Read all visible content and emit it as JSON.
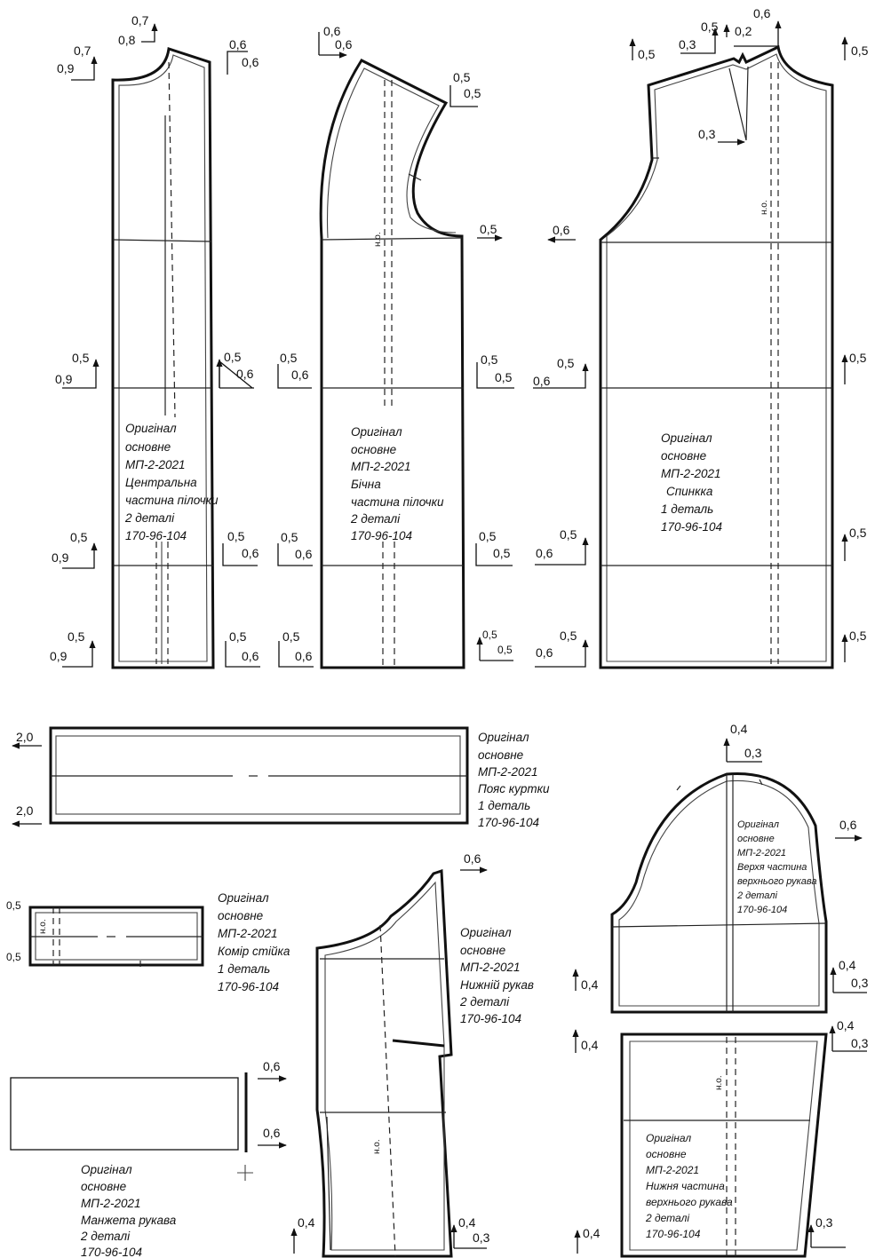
{
  "pieces": {
    "central_front": {
      "lines": [
        "Оригінал",
        "основне",
        "МП-2-2021",
        "Центральна",
        "частина пілочки",
        "2 деталі",
        "170-96-104"
      ],
      "allowances": [
        "0,7",
        "0,8",
        "0,7",
        "0,9",
        "0,6",
        "0,6",
        "0,5",
        "0,9",
        "0,5",
        "0,6",
        "0,5",
        "0,9",
        "0,5",
        "0,6",
        "0,5",
        "0,9",
        "0,5",
        "0,6"
      ]
    },
    "side_front": {
      "lines": [
        "Оригінал",
        "основне",
        "МП-2-2021",
        "Бічна",
        "частина пілочки",
        "2 деталі",
        "170-96-104"
      ],
      "allowances": [
        "0,6",
        "0,6",
        "0,5",
        "0,5",
        "0,5",
        "0,5",
        "0,6",
        "0,5",
        "0,5",
        "0,5",
        "0,6",
        "0,5",
        "0,5",
        "0,5",
        "0,6",
        "0,5",
        "0,5"
      ],
      "grain": "н.о."
    },
    "back": {
      "lines": [
        "Оригінал",
        "основне",
        "МП-2-2021",
        "Спинкка",
        "1 деталь",
        "170-96-104"
      ],
      "allowances": [
        "0,6",
        "0,5",
        "0,2",
        "0,3",
        "0,5",
        "0,5",
        "0,3",
        "0,6",
        "0,5",
        "0,6",
        "0,5",
        "0,5",
        "0,6",
        "0,5",
        "0,5",
        "0,6",
        "0,5"
      ],
      "grain": "н.о."
    },
    "belt": {
      "lines": [
        "Оригінал",
        "основне",
        "МП-2-2021",
        "Пояс куртки",
        "1 деталь",
        "170-96-104"
      ],
      "allowances": [
        "2,0",
        "2,0"
      ]
    },
    "collar": {
      "lines": [
        "Оригінал",
        "основне",
        "МП-2-2021",
        "Комір стійка",
        "1 деталь",
        "170-96-104"
      ],
      "allowances": [
        "0,5",
        "0,5"
      ],
      "grain": "н.о."
    },
    "cuff": {
      "lines": [
        "Оригінал",
        "основне",
        "МП-2-2021",
        "Манжета рукава",
        "2 деталі",
        "170-96-104"
      ],
      "allowances": [
        "0,6",
        "0,6"
      ]
    },
    "under_sleeve": {
      "lines": [
        "Оригінал",
        "основне",
        "МП-2-2021",
        "Нижній рукав",
        "2 деталі",
        "170-96-104"
      ],
      "allowances": [
        "0,6",
        "0,4",
        "0,4",
        "0,3"
      ],
      "grain": "н.о."
    },
    "upper_sleeve_top": {
      "lines": [
        "Оригінал",
        "основне",
        "МП-2-2021",
        "Верхя частина",
        "верхнього рукава",
        "2 деталі",
        "170-96-104"
      ],
      "allowances": [
        "0,4",
        "0,3",
        "0,6",
        "0,4",
        "0,4",
        "0,3"
      ]
    },
    "upper_sleeve_bottom": {
      "lines": [
        "Оригінал",
        "основне",
        "МП-2-2021",
        "Нижня частина",
        "верхнього рукава",
        "2 деталі",
        "170-96-104"
      ],
      "allowances": [
        "0,4",
        "0,4",
        "0,3",
        "0,4",
        "0,3"
      ],
      "grain": "н.о."
    }
  }
}
